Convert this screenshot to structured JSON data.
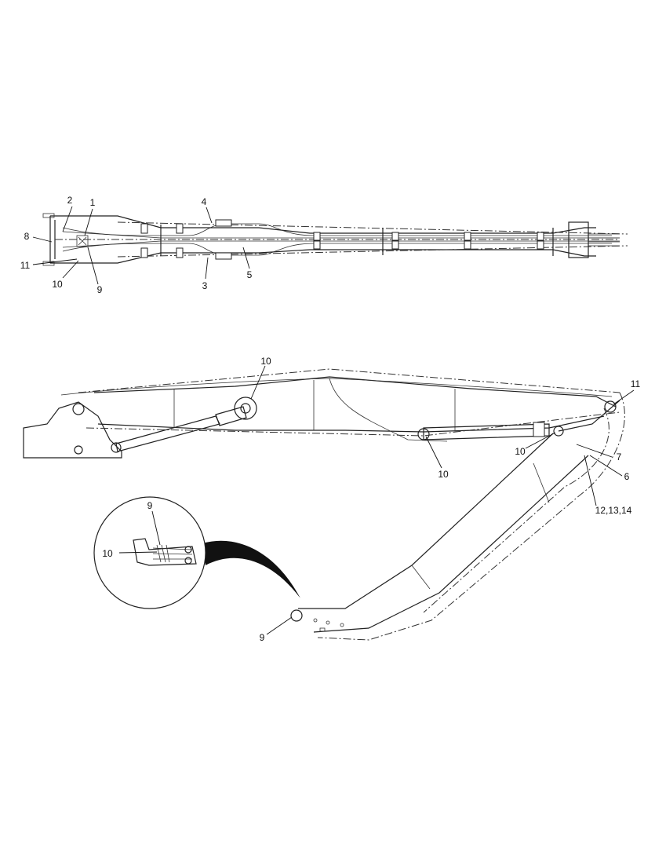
{
  "callouts": {
    "top": {
      "c1": "1",
      "c2": "2",
      "c3": "3",
      "c4": "4",
      "c5": "5",
      "c8": "8",
      "c9": "9",
      "c10": "10",
      "c11": "11"
    },
    "side": {
      "c10a": "10",
      "c10b": "10",
      "c10c": "10",
      "c11": "11",
      "c7": "7",
      "c6": "6",
      "c12_13_14": "12,13,14",
      "c9": "9"
    },
    "detail": {
      "c9": "9",
      "c10": "10"
    }
  }
}
